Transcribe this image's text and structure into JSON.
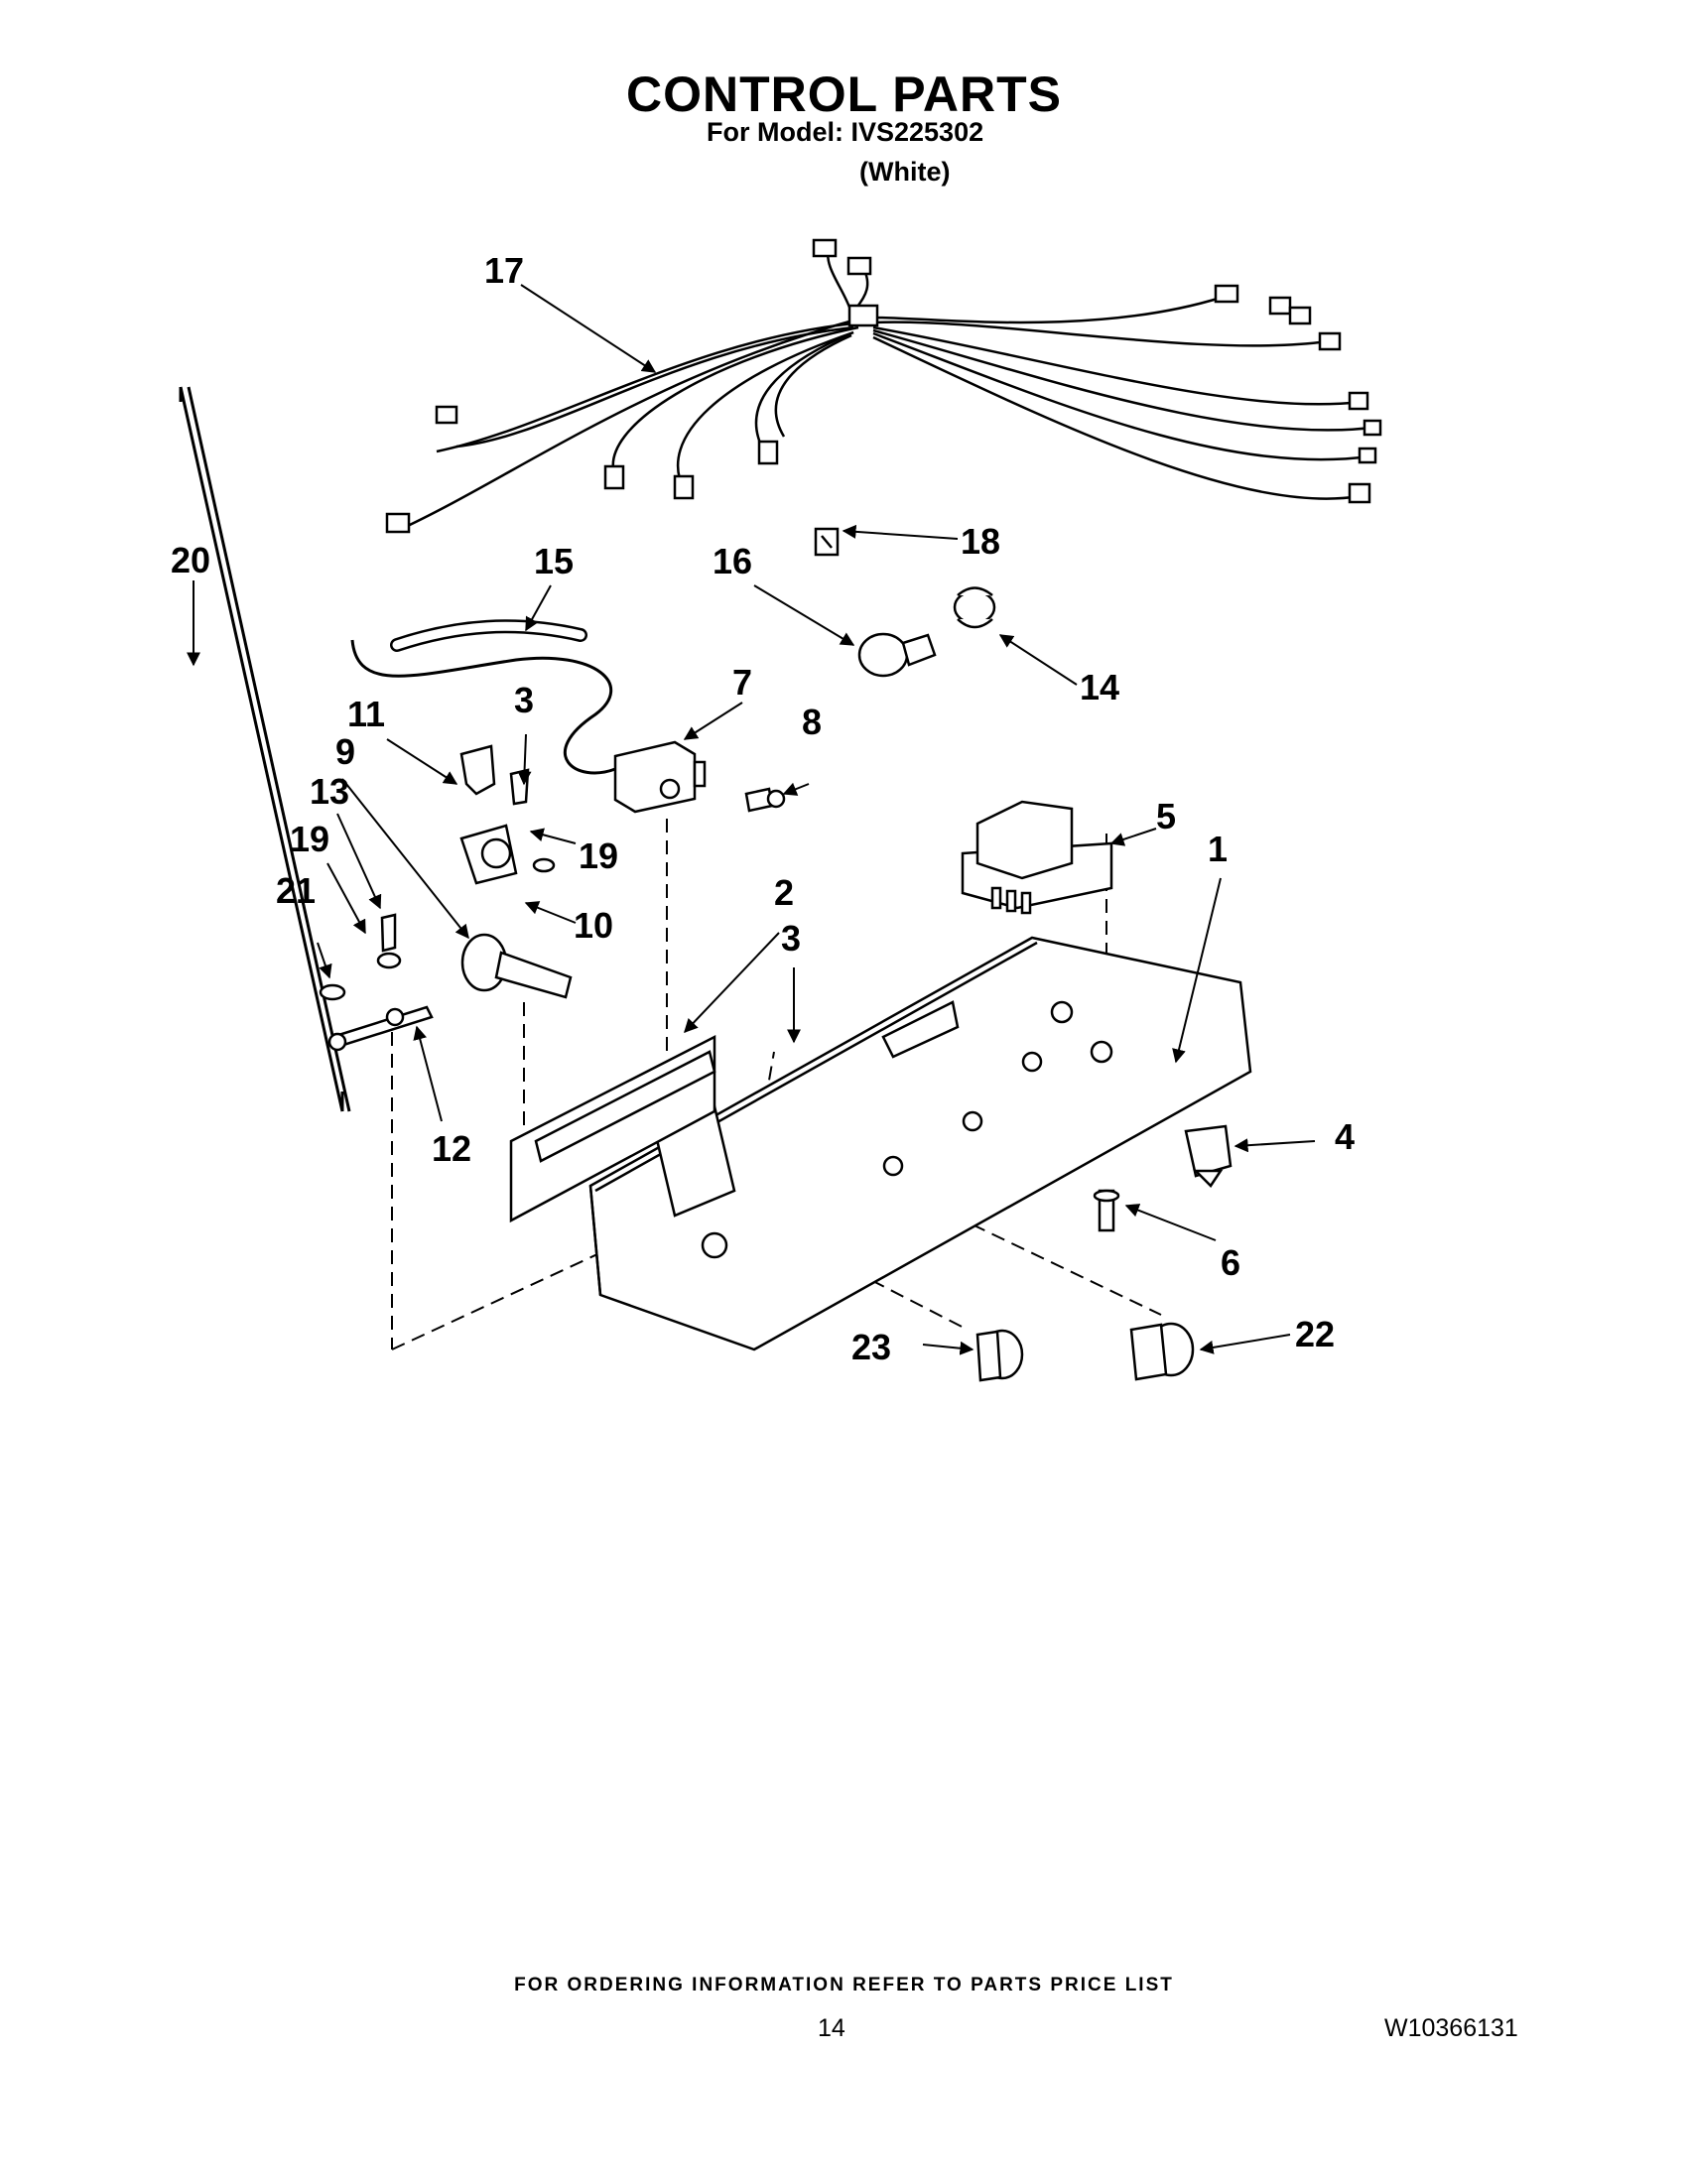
{
  "header": {
    "title": "CONTROL PARTS",
    "model_line": "For Model: IVS225302",
    "variant": "(White)"
  },
  "callouts": [
    "1",
    "2",
    "3",
    "3",
    "4",
    "5",
    "6",
    "7",
    "8",
    "9",
    "10",
    "11",
    "12",
    "13",
    "14",
    "15",
    "16",
    "17",
    "18",
    "19",
    "19",
    "20",
    "21",
    "22",
    "23"
  ],
  "footer": {
    "ordering_note": "FOR ORDERING INFORMATION REFER TO PARTS PRICE LIST",
    "page_number": "14",
    "document_number": "W10366131"
  }
}
